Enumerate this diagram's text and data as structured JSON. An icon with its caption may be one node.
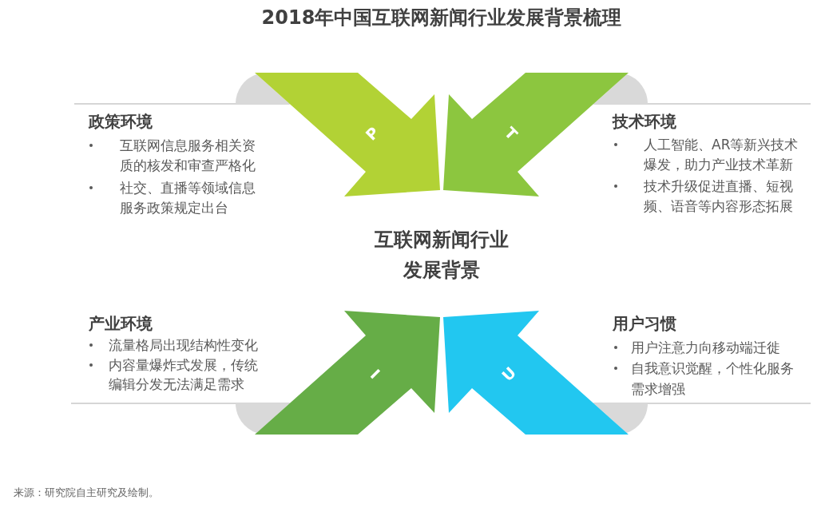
{
  "diagram": {
    "title": "2018年中国互联网新闻行业发展背景梳理",
    "nodes": [
      {
        "text": [
          "P"
        ],
        "beside": [
          "政策环境",
          "互联网信息服务相关资质的核发和审查严格化",
          "社交、直播等领域信息服务政策规定出台"
        ]
      },
      {
        "text": [
          "T"
        ],
        "beside": [
          "技术环境",
          "人工智能、AR等新兴技术爆发，助力产业技术革新",
          "技术升级促进直播、短视频、语音等内容形态拓展"
        ]
      },
      {
        "text": [
          "I"
        ],
        "beside": [
          "产业环境",
          "流量格局出现结构性变化",
          "内容量爆炸式发展，传统编辑分发无法满足需求"
        ]
      },
      {
        "text": [
          "U"
        ],
        "beside": [
          "用户习惯",
          "用户注意力向移动端迁徙",
          "自我意识觉醒，个性化服务需求增强"
        ]
      }
    ],
    "labels": [
      "互联网新闻行业发展背景",
      "来源：研究院自主研究及绘制。"
    ]
  }
}
